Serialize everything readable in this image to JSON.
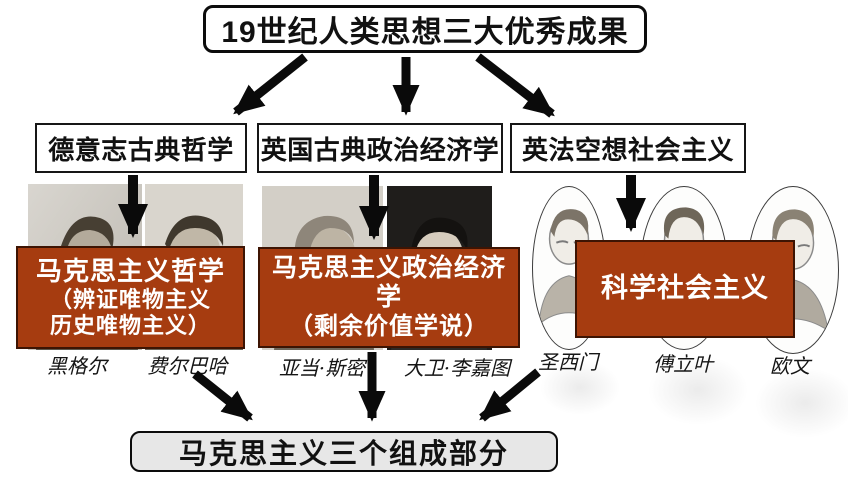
{
  "title_box": {
    "label": "19世纪人类思想三大优秀成果"
  },
  "bottom_box": {
    "label": "马克思主义三个组成部分"
  },
  "colors": {
    "result_box_fill": "#a63c10",
    "result_box_border": "#3d1403",
    "bottom_box_fill": "#e7e7e7",
    "arrow_color": "#0a0a0a"
  },
  "sources": [
    {
      "label": "德意志古典哲学",
      "figures": [
        "黑格尔",
        "费尔巴哈"
      ],
      "result_lines": [
        "马克思主义哲学",
        "（辨证唯物主义",
        "历史唯物主义）"
      ]
    },
    {
      "label": "英国古典政治经济学",
      "figures": [
        "亚当·斯密",
        "大卫·李嘉图"
      ],
      "result_lines": [
        "马克思主义政治经济学",
        "（剩余价值学说）"
      ]
    },
    {
      "label": "英法空想社会主义",
      "figures": [
        "圣西门",
        "傅立叶",
        "欧文"
      ],
      "result_lines": [
        "科学社会主义"
      ]
    }
  ]
}
